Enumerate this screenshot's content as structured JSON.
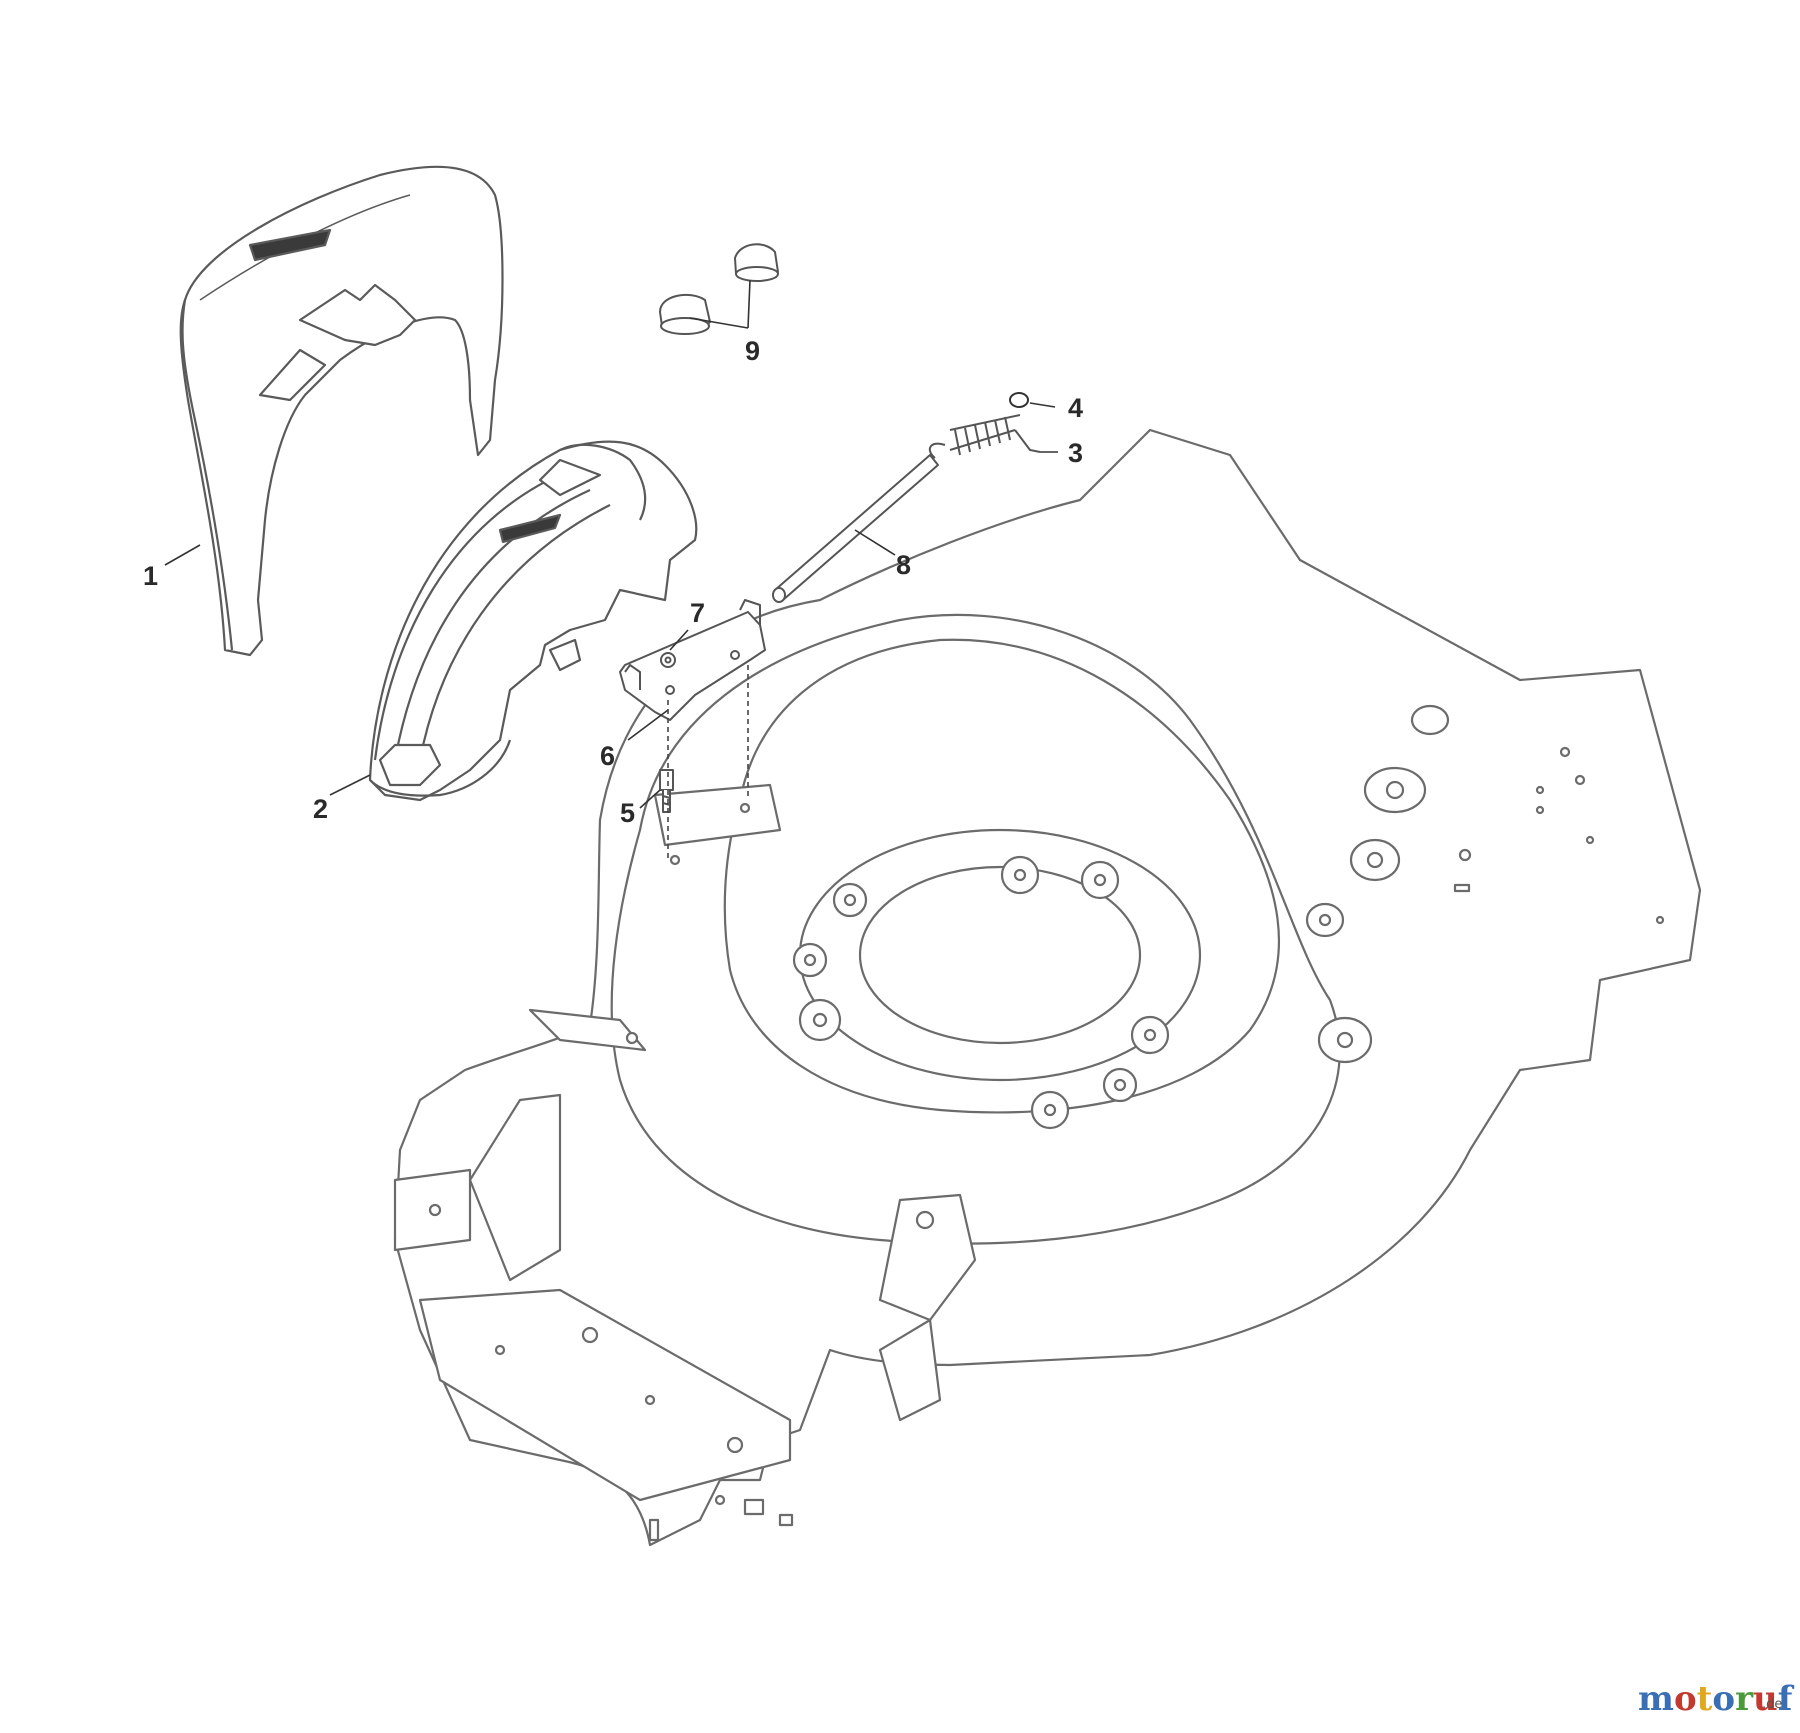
{
  "callouts": [
    {
      "id": "1",
      "part": "upper-cover"
    },
    {
      "id": "2",
      "part": "lower-cover"
    },
    {
      "id": "3",
      "part": "spring"
    },
    {
      "id": "4",
      "part": "clip"
    },
    {
      "id": "5",
      "part": "screw"
    },
    {
      "id": "6",
      "part": "bracket"
    },
    {
      "id": "7",
      "part": "nut"
    },
    {
      "id": "8",
      "part": "rod"
    },
    {
      "id": "9",
      "part": "caps"
    }
  ],
  "watermark": {
    "letters": [
      "m",
      "o",
      "t",
      "o",
      "r",
      "u",
      "f"
    ],
    "colors": [
      "#3a6fb5",
      "#c23a2f",
      "#e0a81e",
      "#3a6fb5",
      "#4a9a3c",
      "#c23a2f",
      "#3a6fb5"
    ],
    "suffix": ".de"
  },
  "colors": {
    "line": "#555555",
    "fill": "#ffffff",
    "text": "#2a2a2a"
  }
}
